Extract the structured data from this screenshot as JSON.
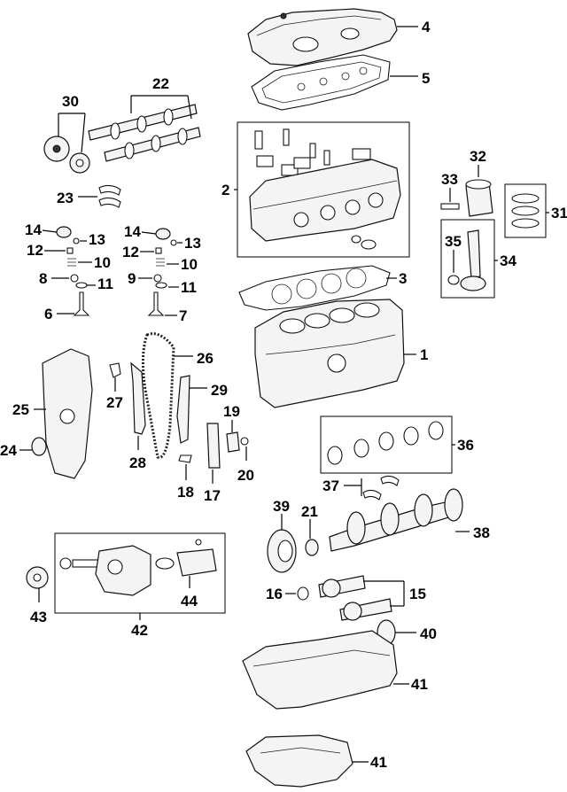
{
  "callouts": {
    "c1": "1",
    "c2": "2",
    "c3": "3",
    "c4": "4",
    "c5": "5",
    "c6": "6",
    "c7": "7",
    "c8": "8",
    "c9": "9",
    "c10a": "10",
    "c10b": "10",
    "c11a": "11",
    "c11b": "11",
    "c12a": "12",
    "c12b": "12",
    "c13a": "13",
    "c13b": "13",
    "c14a": "14",
    "c14b": "14",
    "c15": "15",
    "c16": "16",
    "c17": "17",
    "c18": "18",
    "c19": "19",
    "c20": "20",
    "c21": "21",
    "c22": "22",
    "c23": "23",
    "c24": "24",
    "c25": "25",
    "c26": "26",
    "c27": "27",
    "c28": "28",
    "c29": "29",
    "c30": "30",
    "c31": "31",
    "c32": "32",
    "c33": "33",
    "c34": "34",
    "c35": "35",
    "c36": "36",
    "c37": "37",
    "c38": "38",
    "c39": "39",
    "c40": "40",
    "c41a": "41",
    "c41b": "41",
    "c42": "42",
    "c43": "43",
    "c44": "44"
  }
}
